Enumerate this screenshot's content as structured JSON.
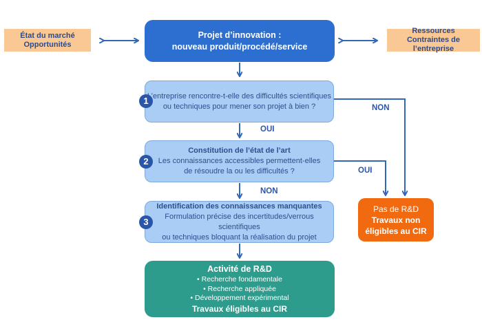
{
  "colors": {
    "main": "#2d6fd1",
    "side": "#f9c894",
    "step": "#a9cdf4",
    "number": "#2956a8",
    "not_rd": "#f26a10",
    "rd": "#2e9c8c",
    "arrow": "#3266b8"
  },
  "left_box": {
    "line1": "État du marché",
    "line2": "Opportunités"
  },
  "right_box": {
    "line1": "Ressources",
    "line2": "Contraintes de l’entreprise"
  },
  "main_box": {
    "line1": "Projet d’innovation :",
    "line2": "nouveau produit/procédé/service"
  },
  "steps": [
    {
      "number": "1",
      "line1": "L’entreprise rencontre-t-elle des difficultés scientifiques",
      "line2": "ou techniques pour mener son projet à bien ?"
    },
    {
      "number": "2",
      "title": "Constitution de l’état de l’art",
      "line1": "Les connaissances accessibles permettent-elles",
      "line2": "de résoudre la ou les difficultés ?"
    },
    {
      "number": "3",
      "title": "Identification des connaissances manquantes",
      "line1": "Formulation précise des incertitudes/verrous scientifiques",
      "line2": "ou techniques bloquant la réalisation du projet"
    }
  ],
  "edge_labels": {
    "step1_down": "OUI",
    "step1_right": "NON",
    "step2_down": "NON",
    "step2_right": "OUI"
  },
  "not_rd_box": {
    "line1": "Pas de R&D",
    "line2": "Travaux non",
    "line3": "éligibles au CIR"
  },
  "rd_box": {
    "title": "Activité de R&D",
    "items": [
      "• Recherche fondamentale",
      "• Recherche appliquée",
      "• Développement expérimental"
    ],
    "footer": "Travaux éligibles au CIR"
  }
}
